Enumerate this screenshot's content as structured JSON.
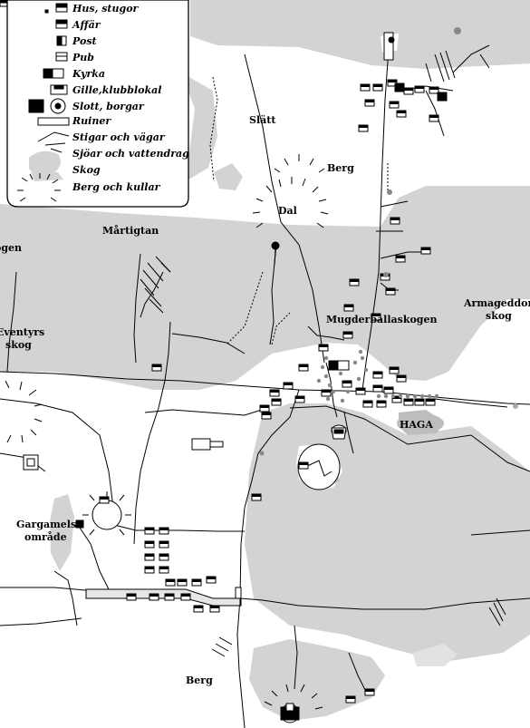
{
  "legend": {
    "items": [
      {
        "label": "Hus, stugor",
        "icon": "house-icon"
      },
      {
        "label": "Affär",
        "icon": "shop-icon"
      },
      {
        "label": "Post",
        "icon": "post-icon"
      },
      {
        "label": "Pub",
        "icon": "pub-icon"
      },
      {
        "label": "Kyrka",
        "icon": "church-icon"
      },
      {
        "label": "Gille,klubblokal",
        "icon": "guild-icon"
      },
      {
        "label": "Slott, borgar",
        "icon": "castle-icon"
      },
      {
        "label": "Ruiner",
        "icon": "ruin-icon"
      },
      {
        "label": "Stigar och vägar",
        "icon": "path-icon"
      },
      {
        "label": "Sjöar och vattendrag",
        "icon": "lake-icon"
      },
      {
        "label": "Skog",
        "icon": "forest-icon"
      },
      {
        "label": "Berg och kullar",
        "icon": "hill-icon"
      }
    ]
  },
  "places": {
    "slatt": "Slätt",
    "berg_north": "Berg",
    "dal": "Dal",
    "martigtan": "Mårtigtan",
    "ogen": "ogen",
    "eventyrs_skog_1": "Eventyrs",
    "eventyrs_skog_2": "skog",
    "mugderballaskogen": "Mugderballaskogen",
    "armageddon_1": "Armageddons",
    "armageddon_2": "skog",
    "haga": "HAGA",
    "gargamels_1": "Gargamels",
    "gargamels_2": "område",
    "berg_south": "Berg"
  },
  "colors": {
    "forest": "#d3d3d3",
    "lake": "#d3d3d3",
    "line": "#000000",
    "background": "#ffffff"
  }
}
